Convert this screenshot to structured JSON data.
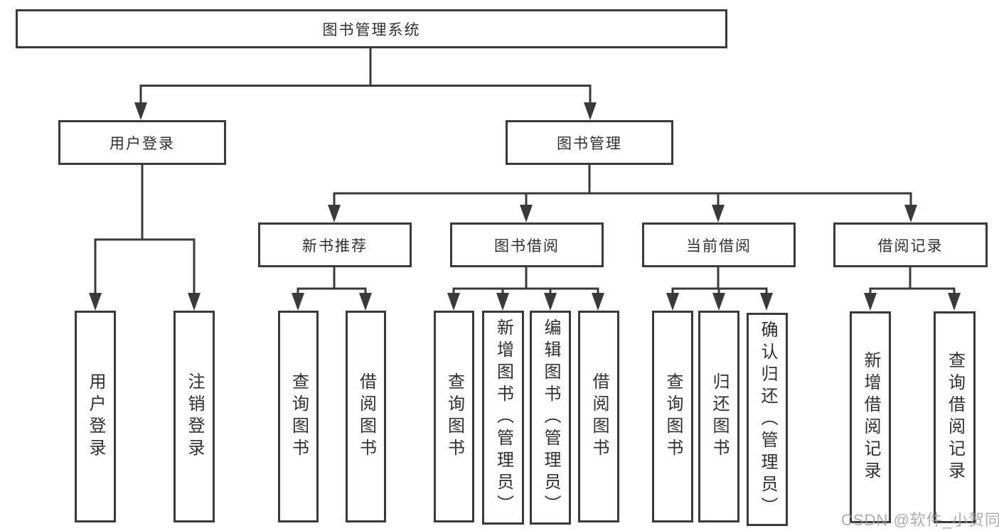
{
  "diagram": {
    "title": "图书管理系统",
    "branches": {
      "user_login": {
        "label": "用户登录",
        "children": [
          "用户登录",
          "注销登录"
        ]
      },
      "book_management": {
        "label": "图书管理",
        "sections": {
          "new_book": {
            "label": "新书推荐",
            "children": [
              "查询图书",
              "借阅图书"
            ]
          },
          "book_borrow": {
            "label": "图书借阅",
            "children": [
              "查询图书",
              "新增图书（管理员）",
              "编辑图书（管理员）",
              "借阅图书"
            ]
          },
          "current_borrow": {
            "label": "当前借阅",
            "children": [
              "查询图书",
              "归还图书",
              "确认归还（管理员）"
            ]
          },
          "borrow_records": {
            "label": "借阅记录",
            "children": [
              "新增借阅记录",
              "查询借阅记录"
            ]
          }
        }
      }
    },
    "line_color": "#3a3a3a",
    "background_color": "#ffffff"
  },
  "watermark": "CSDN @软件_小贺同学"
}
